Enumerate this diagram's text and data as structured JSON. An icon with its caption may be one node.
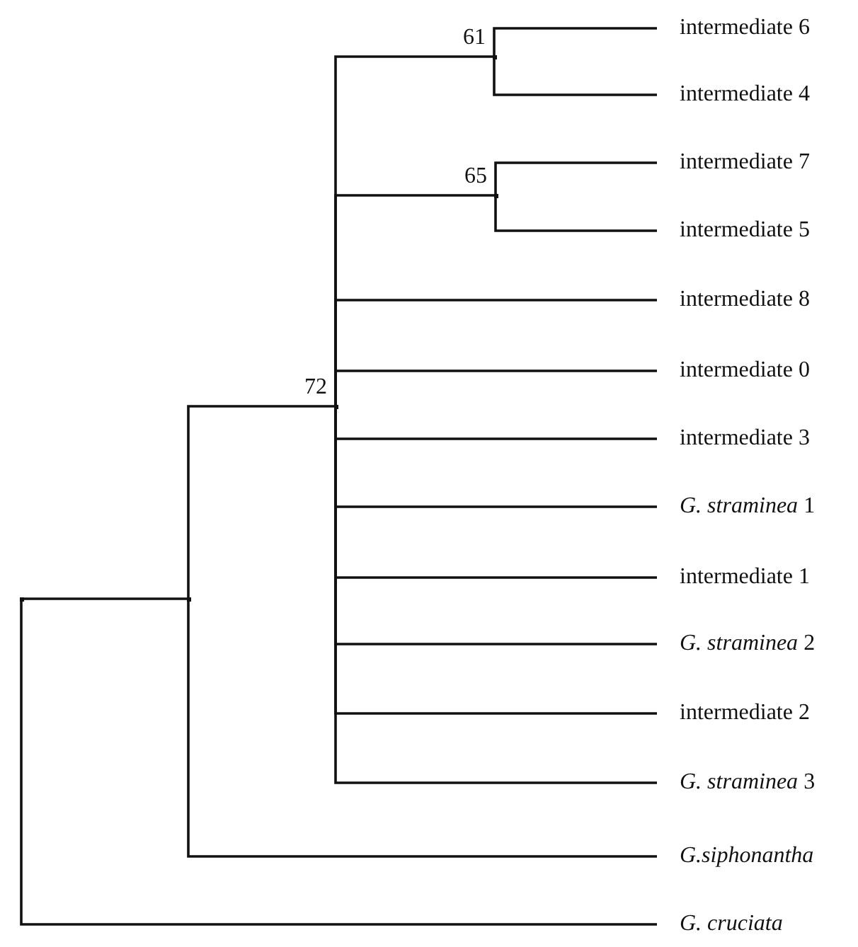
{
  "diagram": {
    "nodes": [
      {
        "text": [
          "intermediate 6"
        ]
      },
      {
        "text": [
          "intermediate 4"
        ]
      },
      {
        "text": [
          "intermediate 7"
        ]
      },
      {
        "text": [
          "intermediate 5"
        ]
      },
      {
        "text": [
          "intermediate 8"
        ]
      },
      {
        "text": [
          "intermediate 0"
        ]
      },
      {
        "text": [
          "intermediate 3"
        ]
      },
      {
        "text": [
          "*G. straminea* 1"
        ]
      },
      {
        "text": [
          "intermediate 1"
        ]
      },
      {
        "text": [
          "*G. straminea* 2"
        ]
      },
      {
        "text": [
          "intermediate 2"
        ]
      },
      {
        "text": [
          "*G. straminea* 3"
        ]
      },
      {
        "text": [
          "G.siphonantha"
        ]
      },
      {
        "text": [
          "G. cruciata"
        ]
      },
      {
        "text": [],
        "shape": "point"
      },
      {
        "text": [],
        "shape": "point"
      },
      {
        "text": [],
        "shape": "point",
        "beside": [
          "72"
        ]
      },
      {
        "text": [],
        "shape": "point",
        "beside": [
          "61"
        ]
      },
      {
        "text": [],
        "shape": "point",
        "beside": [
          "65"
        ]
      }
    ],
    "edges": [
      {
        "from": 14,
        "to": 15,
        "arrow": "none"
      },
      {
        "from": 14,
        "to": 13,
        "arrow": "none"
      },
      {
        "from": 15,
        "to": 16,
        "arrow": "none"
      },
      {
        "from": 15,
        "to": 12,
        "arrow": "none"
      },
      {
        "from": 16,
        "to": 17,
        "arrow": "none"
      },
      {
        "from": 16,
        "to": 18,
        "arrow": "none"
      },
      {
        "from": 16,
        "to": 4,
        "arrow": "none"
      },
      {
        "from": 16,
        "to": 5,
        "arrow": "none"
      },
      {
        "from": 16,
        "to": 6,
        "arrow": "none"
      },
      {
        "from": 16,
        "to": 7,
        "arrow": "none"
      },
      {
        "from": 16,
        "to": 8,
        "arrow": "none"
      },
      {
        "from": 16,
        "to": 9,
        "arrow": "none"
      },
      {
        "from": 16,
        "to": 10,
        "arrow": "none"
      },
      {
        "from": 16,
        "to": 11,
        "arrow": "none"
      },
      {
        "from": 17,
        "to": 0,
        "arrow": "none"
      },
      {
        "from": 17,
        "to": 1,
        "arrow": "none"
      },
      {
        "from": 18,
        "to": 2,
        "arrow": "none"
      },
      {
        "from": 18,
        "to": 3,
        "arrow": "none"
      }
    ]
  }
}
